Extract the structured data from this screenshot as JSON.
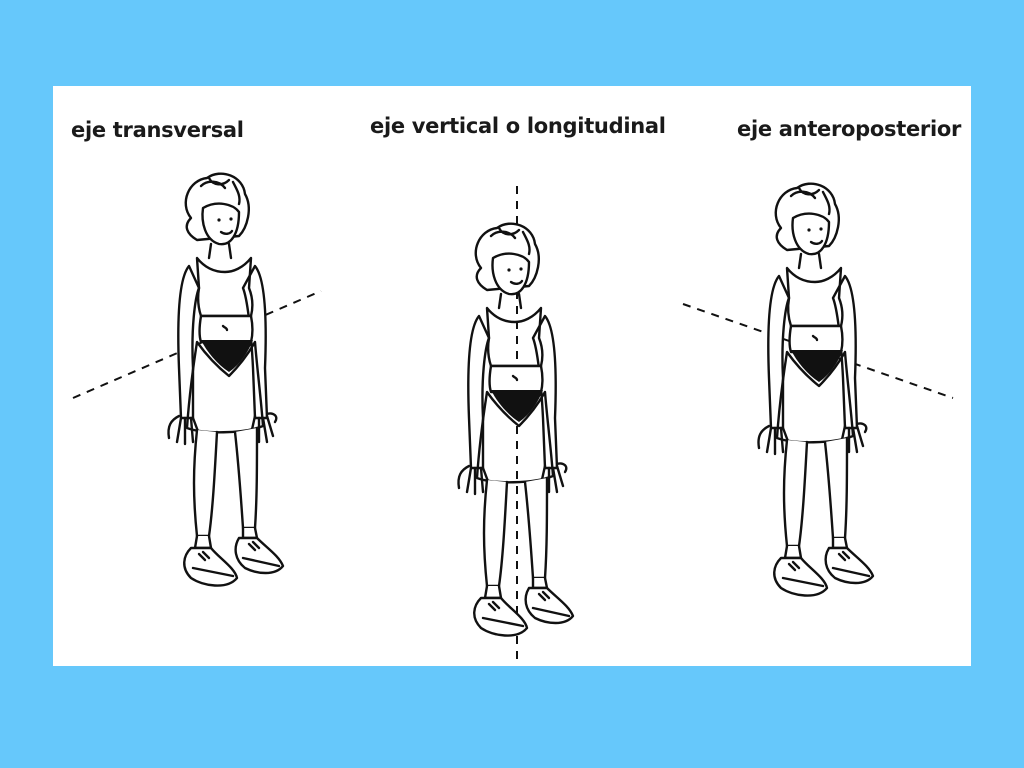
{
  "axes": [
    {
      "label": "eje transversal"
    },
    {
      "label": "eje vertical o longitudinal"
    },
    {
      "label": "eje anteroposterior"
    }
  ],
  "colors": {
    "background": "#66c8fb",
    "panel": "#ffffff",
    "ink": "#111111"
  }
}
